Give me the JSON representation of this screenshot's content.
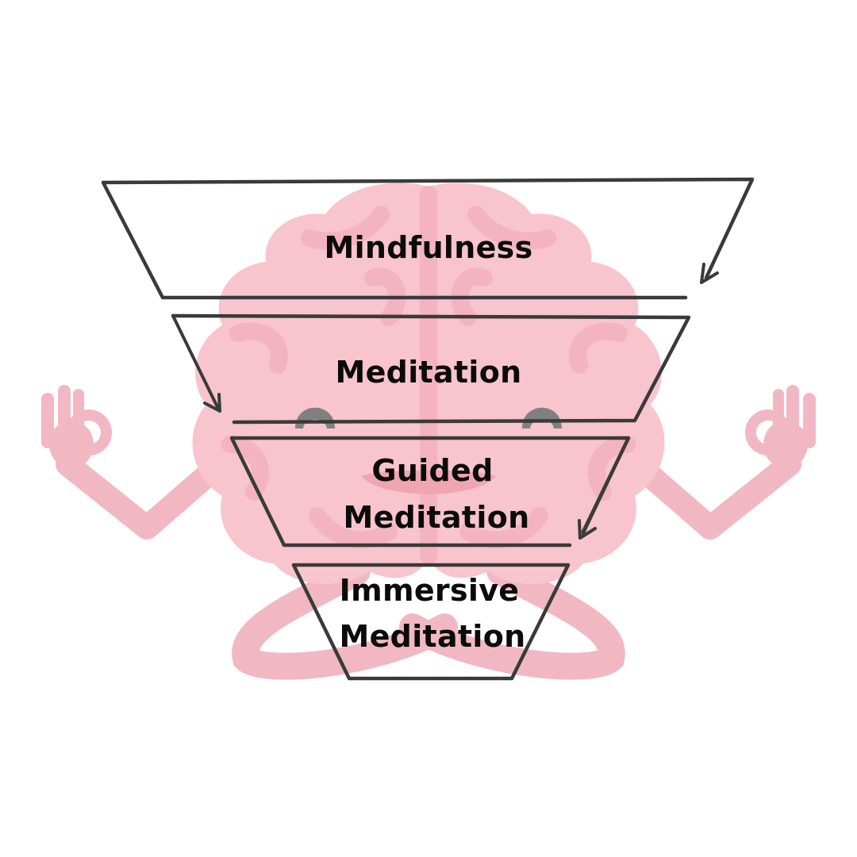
{
  "diagram": {
    "levels": [
      {
        "lines": [
          "Mindfulness"
        ]
      },
      {
        "lines": [
          "Meditation"
        ]
      },
      {
        "lines": [
          "Guided",
          "Meditation"
        ]
      },
      {
        "lines": [
          "Immersive",
          "Meditation"
        ]
      }
    ]
  },
  "colors": {
    "brain_base": "#f8c4ce",
    "brain_light": "#fbd3da",
    "brain_fold": "#f4b3c0",
    "brain_body": "#f1b8c4",
    "eyes": "#808080",
    "outline": "#3a3a3a",
    "text": "#0b0b0b",
    "background": "#ffffff"
  },
  "icons": {
    "mascot": "meditating-brain-illustration",
    "arrows": "curved-down-arrow-icon"
  }
}
